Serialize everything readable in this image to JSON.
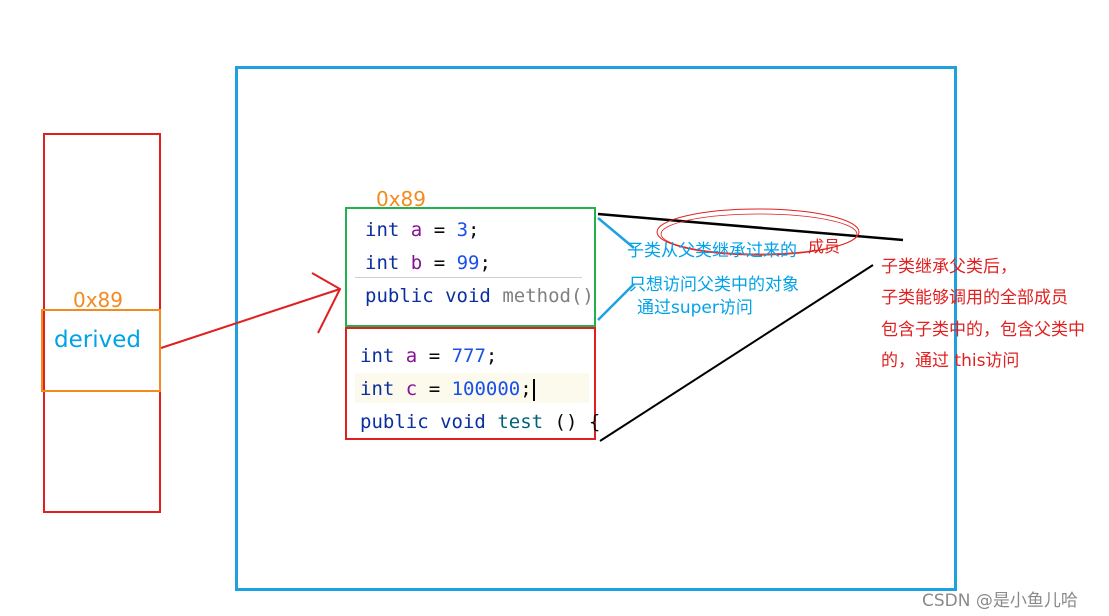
{
  "addr": {
    "left_label": "0x89",
    "top_label": "0x89"
  },
  "ref_label": "derived",
  "parent_code": {
    "line1": {
      "type": "int",
      "name": "a",
      "eq": "=",
      "value": "3",
      "end": ";"
    },
    "line2": {
      "type": "int",
      "name": "b",
      "eq": "=",
      "value": "99",
      "end": ";"
    },
    "line3": {
      "mod": "public",
      "ret": "void",
      "method": "method()"
    }
  },
  "child_code": {
    "line1": {
      "type": "int",
      "name": "a",
      "eq": "=",
      "value": "777",
      "end": ";"
    },
    "line2": {
      "type": "int",
      "name": "c",
      "eq": "=",
      "value": "100000",
      "end": ";"
    },
    "line3": {
      "mod": "public",
      "ret": "void",
      "method": "test",
      "tail": "() {"
    }
  },
  "notes": {
    "inherited": "子类从父类继承过来的",
    "member": "成员",
    "only_parent": "只想访问父类中的对象",
    "via_super": "通过super访问",
    "right_lines": [
      "子类继承父类后，",
      "子类能够调用的全部成员",
      "包含子类中的，包含父类中",
      "的，通过 this访问"
    ]
  },
  "watermark": "CSDN @是小鱼儿哈",
  "colors": {
    "stack_border": "#e02020",
    "ref_border": "#f28a1e",
    "heap_border": "#1da1e0",
    "parent_border": "#22b14c",
    "child_border": "#e02020",
    "addr_text": "#f28a1e",
    "arrow": "#e02020"
  }
}
